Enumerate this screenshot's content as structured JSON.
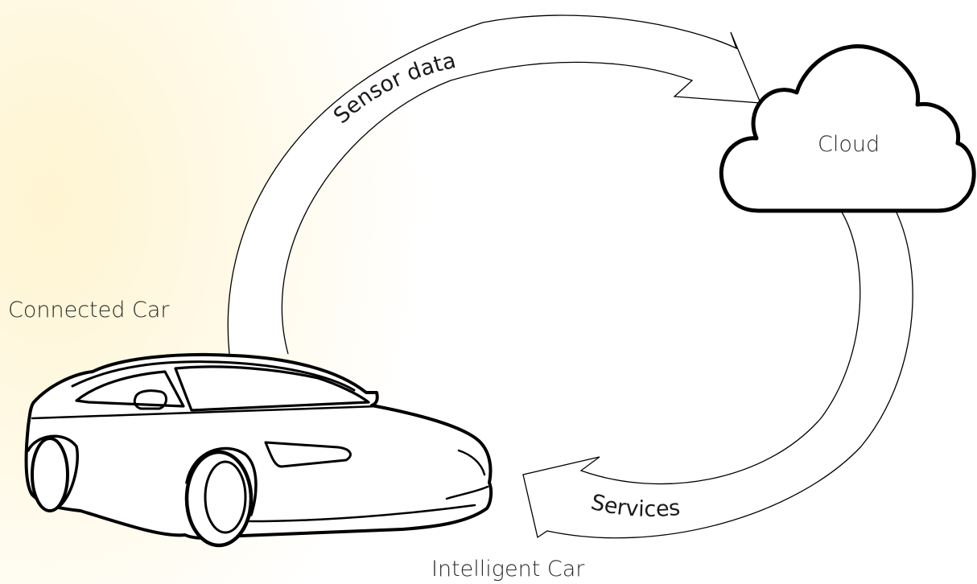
{
  "nodes": {
    "cloud_label": "Cloud",
    "connected_car_label": "Connected Car",
    "intelligent_car_label": "Intelligent Car"
  },
  "flows": {
    "sensor_data_label": "Sensor data",
    "services_label": "Services"
  },
  "icons": {
    "car": "car-icon",
    "cloud": "cloud-icon"
  },
  "colors": {
    "outline": "#000000",
    "background_glow": "#fff5d2"
  }
}
